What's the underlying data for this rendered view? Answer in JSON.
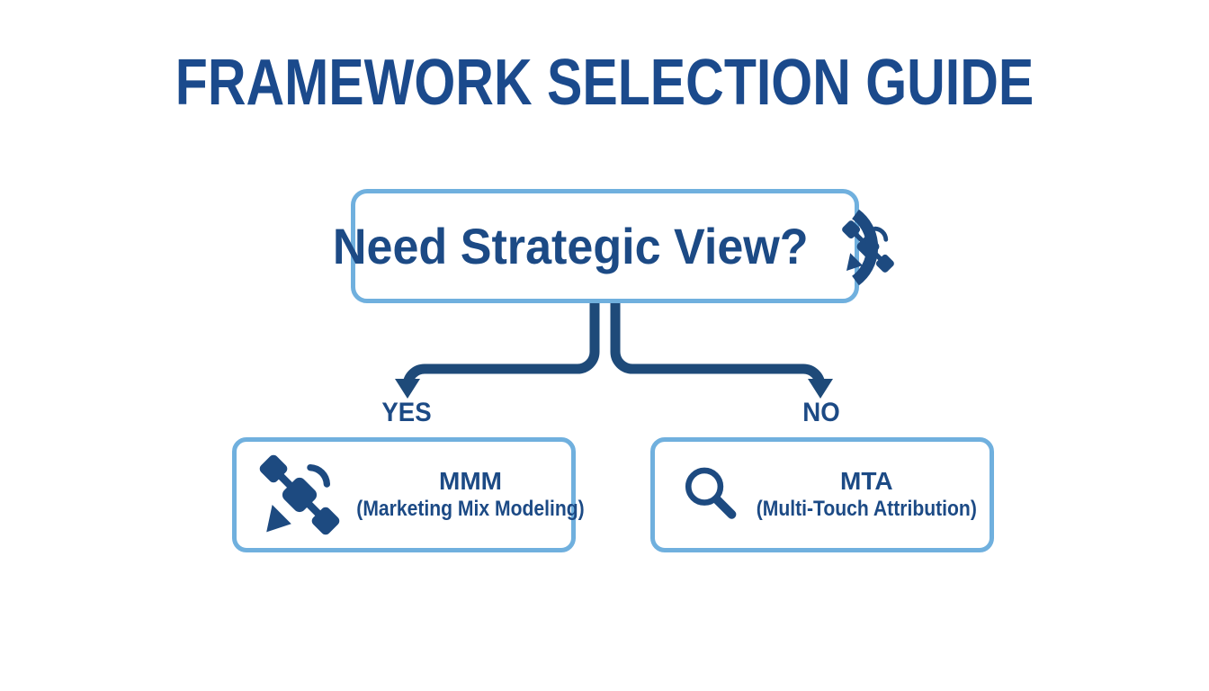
{
  "title": "FRAMEWORK SELECTION GUIDE",
  "decision": {
    "label": "Need Strategic View?",
    "icon": "satellite-icon"
  },
  "branches": {
    "yes": {
      "label": "YES"
    },
    "no": {
      "label": "NO"
    }
  },
  "outcomes": [
    {
      "id": "mmm",
      "icon": "satellite-icon",
      "title": "MMM",
      "subtitle": "(Marketing Mix Modeling)"
    },
    {
      "id": "mta",
      "icon": "magnifier-icon",
      "title": "MTA",
      "subtitle": "(Multi-Touch Attribution)"
    }
  ],
  "colors": {
    "navy_text": "#1c4a85",
    "title_navy": "#1b4a8c",
    "connector_navy": "#1e4a79",
    "icon_navy": "#1d4a80",
    "box_border_blue": "#70b0de",
    "background": "#ffffff"
  }
}
